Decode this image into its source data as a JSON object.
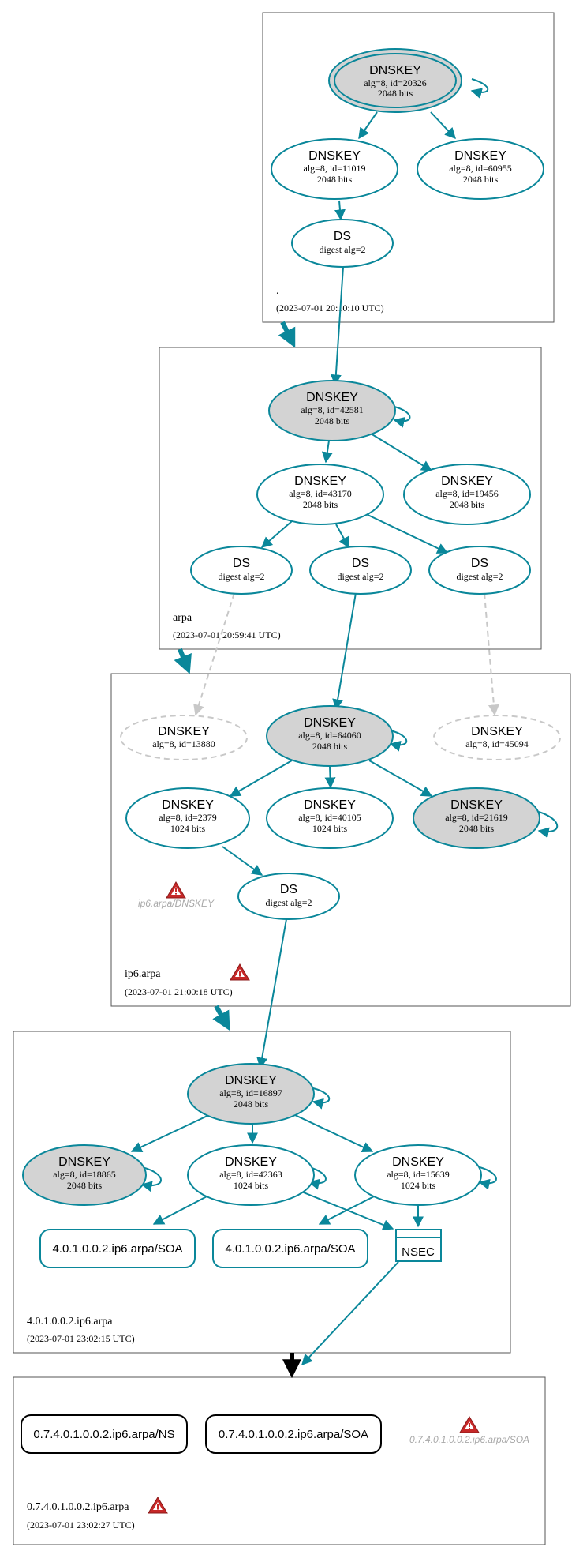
{
  "zones": {
    "root": {
      "name": ".",
      "timestamp": "(2023-07-01 20:10:10 UTC)"
    },
    "arpa": {
      "name": "arpa",
      "timestamp": "(2023-07-01 20:59:41 UTC)"
    },
    "ip6arpa": {
      "name": "ip6.arpa",
      "timestamp": "(2023-07-01 21:00:18 UTC)"
    },
    "z4": {
      "name": "4.0.1.0.0.2.ip6.arpa",
      "timestamp": "(2023-07-01 23:02:15 UTC)"
    },
    "z7": {
      "name": "0.7.4.0.1.0.0.2.ip6.arpa",
      "timestamp": "(2023-07-01 23:02:27 UTC)"
    }
  },
  "nodes": {
    "root_ksk": {
      "title": "DNSKEY",
      "line1": "alg=8, id=20326",
      "line2": "2048 bits"
    },
    "root_zsk1": {
      "title": "DNSKEY",
      "line1": "alg=8, id=11019",
      "line2": "2048 bits"
    },
    "root_zsk2": {
      "title": "DNSKEY",
      "line1": "alg=8, id=60955",
      "line2": "2048 bits"
    },
    "root_ds": {
      "title": "DS",
      "line1": "digest alg=2"
    },
    "arpa_ksk": {
      "title": "DNSKEY",
      "line1": "alg=8, id=42581",
      "line2": "2048 bits"
    },
    "arpa_zsk1": {
      "title": "DNSKEY",
      "line1": "alg=8, id=43170",
      "line2": "2048 bits"
    },
    "arpa_zsk2": {
      "title": "DNSKEY",
      "line1": "alg=8, id=19456",
      "line2": "2048 bits"
    },
    "arpa_ds1": {
      "title": "DS",
      "line1": "digest alg=2"
    },
    "arpa_ds2": {
      "title": "DS",
      "line1": "digest alg=2"
    },
    "arpa_ds3": {
      "title": "DS",
      "line1": "digest alg=2"
    },
    "ip6_missing1": {
      "title": "DNSKEY",
      "line1": "alg=8, id=13880"
    },
    "ip6_ksk": {
      "title": "DNSKEY",
      "line1": "alg=8, id=64060",
      "line2": "2048 bits"
    },
    "ip6_missing2": {
      "title": "DNSKEY",
      "line1": "alg=8, id=45094"
    },
    "ip6_zsk1": {
      "title": "DNSKEY",
      "line1": "alg=8, id=2379",
      "line2": "1024 bits"
    },
    "ip6_zsk2": {
      "title": "DNSKEY",
      "line1": "alg=8, id=40105",
      "line2": "1024 bits"
    },
    "ip6_ksk2": {
      "title": "DNSKEY",
      "line1": "alg=8, id=21619",
      "line2": "2048 bits"
    },
    "ip6_ds": {
      "title": "DS",
      "line1": "digest alg=2"
    },
    "z4_ksk": {
      "title": "DNSKEY",
      "line1": "alg=8, id=16897",
      "line2": "2048 bits"
    },
    "z4_k1": {
      "title": "DNSKEY",
      "line1": "alg=8, id=18865",
      "line2": "2048 bits"
    },
    "z4_k2": {
      "title": "DNSKEY",
      "line1": "alg=8, id=42363",
      "line2": "1024 bits"
    },
    "z4_k3": {
      "title": "DNSKEY",
      "line1": "alg=8, id=15639",
      "line2": "1024 bits"
    },
    "z4_soa1": {
      "title": "4.0.1.0.0.2.ip6.arpa/SOA"
    },
    "z4_soa2": {
      "title": "4.0.1.0.0.2.ip6.arpa/SOA"
    },
    "z4_nsec": {
      "title": "NSEC"
    },
    "z7_ns": {
      "title": "0.7.4.0.1.0.0.2.ip6.arpa/NS"
    },
    "z7_soa": {
      "title": "0.7.4.0.1.0.0.2.ip6.arpa/SOA"
    }
  },
  "warnings": {
    "ip6_dnskey": "ip6.arpa/DNSKEY",
    "z7_soa": "0.7.4.0.1.0.0.2.ip6.arpa/SOA"
  },
  "colors": {
    "accent": "#0a879a",
    "key_fill": "#d3d3d3",
    "missing": "#c8c8c8",
    "warning": "#c62828"
  }
}
